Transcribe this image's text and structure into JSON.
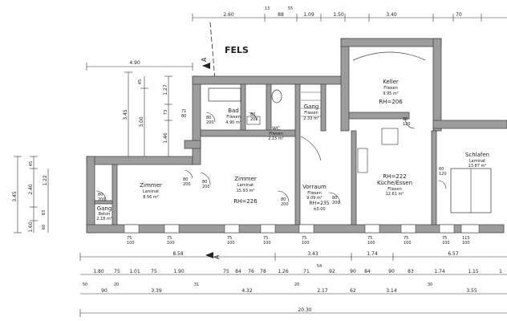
{
  "label_fels": "FELS",
  "section_marks": [
    "A",
    "A"
  ],
  "rooms": {
    "bad": {
      "name": "Bad",
      "floor": "Fliesen",
      "area": "4.90 m²"
    },
    "gang_top": {
      "name": "Gang",
      "floor": "Fliesen",
      "area": "2.33 m²"
    },
    "wc": {
      "name": "WC",
      "floor": "Fliesen",
      "area": "2.15 m²"
    },
    "keller": {
      "name": "Keller",
      "floor": "Fliesen",
      "area": "9.95 m²",
      "rh": "RH=206"
    },
    "zimmer1": {
      "name": "Zimmer",
      "floor": "Laminat",
      "area": "8.56 m²"
    },
    "zimmer2": {
      "name": "Zimmer",
      "floor": "Laminat",
      "area": "15.93 m²",
      "rh": "RH=226"
    },
    "vorraum": {
      "name": "Vorraum",
      "floor": "Fliesen",
      "area": "9.09 m²",
      "rh": "RH=235",
      "level": "±0.00"
    },
    "kueche": {
      "name": "Küche/Essen",
      "floor": "Fliesen",
      "area": "12.61 m²",
      "rh": "RH=222"
    },
    "schlafen": {
      "name": "Schlafen",
      "floor": "Laminat",
      "area": "13.87 m²"
    },
    "gang_left": {
      "name": "Gang",
      "floor": "Beton",
      "area": "2.18 m²"
    }
  },
  "dims_top": [
    "2.60",
    "13",
    "88",
    "1.09",
    "1.50",
    "3.40",
    "70",
    "55"
  ],
  "dim_top_left": "4.90",
  "dims_left_outer": [
    "3.45",
    "45",
    "2.40",
    "83",
    "1.22",
    "1.60",
    "60"
  ],
  "dims_left_inner": [
    "3.45",
    "45",
    "3.00",
    "1.27",
    "73",
    "1.46"
  ],
  "dims_row1": [
    "8.58",
    "3.43",
    "1.74",
    "6.57"
  ],
  "dims_row2": [
    "1.80",
    "75",
    "1.01",
    "75",
    "1.90",
    "75",
    "84",
    "76",
    "78",
    "1.26",
    "71",
    "92",
    "90",
    "84",
    "90",
    "83",
    "1.74",
    "1.15",
    "1"
  ],
  "dims_row3": [
    "50",
    "90",
    "20",
    "3.39",
    "31",
    "4.32",
    "20",
    "2.17",
    "62",
    "3.14",
    "30",
    "3.55"
  ],
  "dim_total": "20.30",
  "dim_54": "54",
  "door_marks": [
    {
      "a": "80",
      "b": "200"
    },
    {
      "a": "80",
      "b": "200"
    },
    {
      "a": "80",
      "b": "200"
    },
    {
      "a": "80",
      "b": "200"
    },
    {
      "a": "80",
      "b": "200"
    },
    {
      "a": "80",
      "b": "200"
    },
    {
      "a": "80",
      "b": "200"
    },
    {
      "a": "71",
      "b": "80"
    },
    {
      "a": "80",
      "b": "120"
    },
    {
      "a": "60",
      "b": "120"
    }
  ],
  "window_marks": [
    {
      "a": "75",
      "b": "100"
    },
    {
      "a": "75",
      "b": "100"
    },
    {
      "a": "75",
      "b": "100"
    },
    {
      "a": "75",
      "b": "100"
    },
    {
      "a": "75",
      "b": "100"
    },
    {
      "a": "75",
      "b": "100"
    },
    {
      "a": "75",
      "b": "100"
    },
    {
      "a": "75",
      "b": "100"
    },
    {
      "a": "115",
      "b": "100"
    }
  ]
}
